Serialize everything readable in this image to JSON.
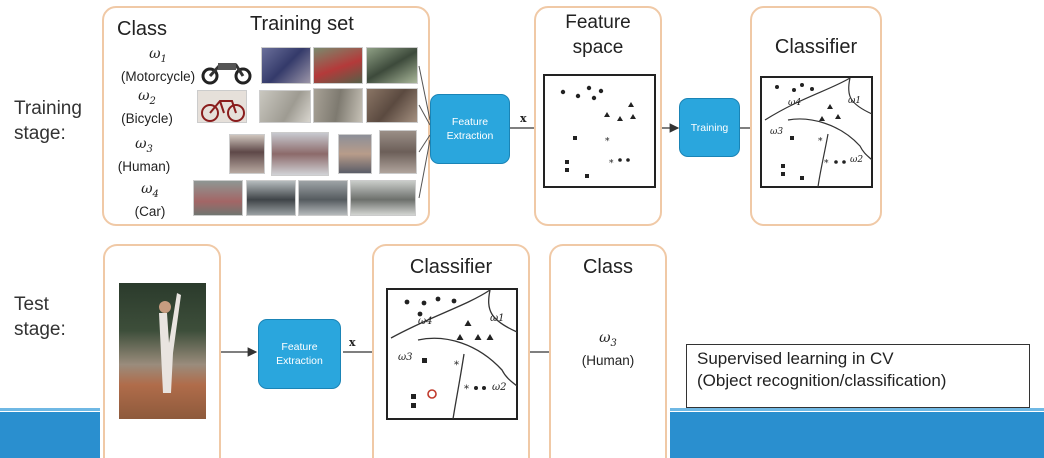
{
  "stages": {
    "training": "Training\nstage:",
    "test": "Test\nstage:"
  },
  "training_panel": {
    "class_header": "Class",
    "set_header": "Training set",
    "classes": [
      {
        "symbol": "ω1",
        "name": "(Motorcycle)"
      },
      {
        "symbol": "ω2",
        "name": "(Bicycle)"
      },
      {
        "symbol": "ω3",
        "name": "(Human)"
      },
      {
        "symbol": "ω4",
        "name": "(Car)"
      }
    ]
  },
  "feature_extraction_label": "Feature Extraction",
  "x_label": "x",
  "feature_space_title": "Feature\nspace",
  "training_label": "Training",
  "classifier_title": "Classifier",
  "regions": {
    "w1": "ω1",
    "w2": "ω2",
    "w3": "ω3",
    "w4": "ω4"
  },
  "test_panel": {
    "classifier_title": "Classifier",
    "class_title": "Class",
    "result_symbol": "ω3",
    "result_name": "(Human)"
  },
  "caption": {
    "line1": "Supervised learning in CV",
    "line2": "(Object recognition/classification)"
  },
  "colors": {
    "panel_border": "#f0c9a6",
    "button_fill": "#2aa6dd",
    "bar_blue": "#2a8fcf",
    "highlight_red": "#c0392b"
  }
}
